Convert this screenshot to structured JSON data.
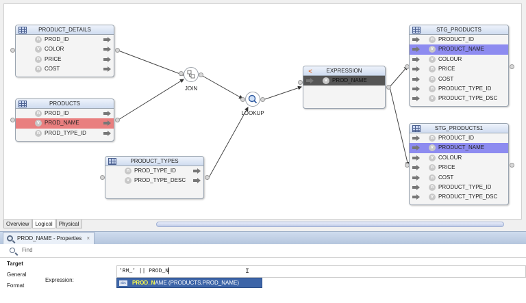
{
  "nodes": {
    "product_details": {
      "title": "PRODUCT_DETAILS",
      "rows": [
        {
          "badge": "n",
          "name": "PROD_ID"
        },
        {
          "badge": "v",
          "name": "COLOR"
        },
        {
          "badge": "n",
          "name": "PRICE"
        },
        {
          "badge": "n",
          "name": "COST"
        }
      ]
    },
    "products": {
      "title": "PRODUCTS",
      "rows": [
        {
          "badge": "n",
          "name": "PROD_ID"
        },
        {
          "badge": "v",
          "name": "PROD_NAME"
        },
        {
          "badge": "n",
          "name": "PROD_TYPE_ID"
        }
      ]
    },
    "product_types": {
      "title": "PRODUCT_TYPES",
      "rows": [
        {
          "badge": "n",
          "name": "PROD_TYPE_ID"
        },
        {
          "badge": "v",
          "name": "PROD_TYPE_DESC"
        }
      ]
    },
    "expression": {
      "title": "EXPRESSION",
      "rows": [
        {
          "badge": "v",
          "name": "PROD_NAME"
        }
      ]
    },
    "stg_products": {
      "title": "STG_PRODUCTS",
      "rows": [
        {
          "badge": "n",
          "name": "PRODUCT_ID"
        },
        {
          "badge": "v",
          "name": "PRODUCT_NAME"
        },
        {
          "badge": "v",
          "name": "COLOUR"
        },
        {
          "badge": "n",
          "name": "PRICE"
        },
        {
          "badge": "n",
          "name": "COST"
        },
        {
          "badge": "n",
          "name": "PRODUCT_TYPE_ID"
        },
        {
          "badge": "v",
          "name": "PRODUCT_TYPE_DSC"
        }
      ]
    },
    "stg_products1": {
      "title": "STG_PRODUCTS1",
      "rows": [
        {
          "badge": "n",
          "name": "PRODUCT_ID"
        },
        {
          "badge": "v",
          "name": "PRODUCT_NAME"
        },
        {
          "badge": "v",
          "name": "COLOUR"
        },
        {
          "badge": "n",
          "name": "PRICE"
        },
        {
          "badge": "n",
          "name": "COST"
        },
        {
          "badge": "n",
          "name": "PRODUCT_TYPE_ID"
        },
        {
          "badge": "v",
          "name": "PRODUCT_TYPE_DSC"
        }
      ]
    }
  },
  "components": {
    "join_label": "JOIN",
    "lookup_label": "LOOKUP"
  },
  "canvas_tabs": [
    "Overview",
    "Logical",
    "Physical"
  ],
  "properties": {
    "tab_title": "PROD_NAME - Properties",
    "close_glyph": "×",
    "find_placeholder": "Find",
    "nav": {
      "heading": "Target",
      "items": [
        "General",
        "Format"
      ]
    },
    "expression_label": "Expression:",
    "expression_value": "'RM_' || PROD_N",
    "autocomplete": {
      "icon_text": "abc",
      "match": "PROD_N",
      "rest": "AME (PRODUCTS.PROD_NAME)"
    }
  },
  "colors": {
    "selected_source": "#e97f7f",
    "selected_target": "#8d8bf0",
    "accent": "#3d65a8"
  }
}
